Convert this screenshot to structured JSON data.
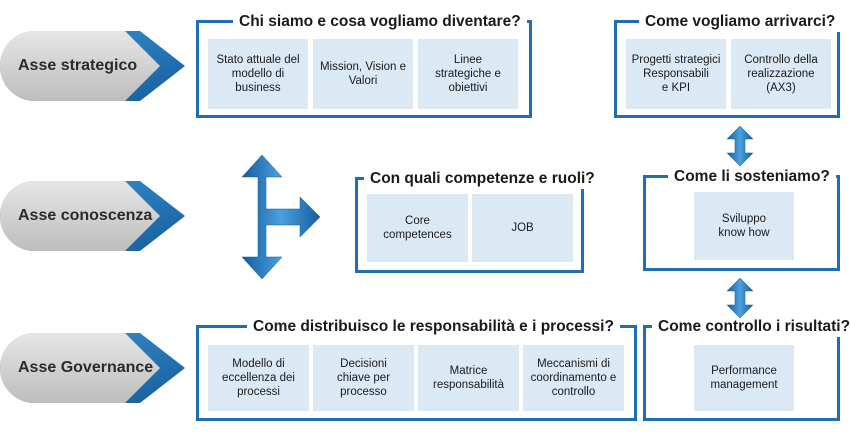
{
  "axes": [
    {
      "label": "Asse strategico"
    },
    {
      "label": "Asse conoscenza"
    },
    {
      "label": "Asse Governance"
    }
  ],
  "frames": {
    "chi_siamo": {
      "title": "Chi siamo e cosa vogliamo diventare?",
      "cells": [
        "Stato attuale del\nmodello di\nbusiness",
        "Mission, Vision e\nValori",
        "Linee\nstrategiche e\nobiettivi"
      ]
    },
    "come_arrivarci": {
      "title": "Come vogliamo arrivarci?",
      "cells": [
        "Progetti strategici\nResponsabili\ne KPI",
        "Controllo della\nrealizzazione\n(AX3)"
      ]
    },
    "competenze": {
      "title": "Con quali competenze e ruoli?",
      "cells": [
        "Core\ncompetences",
        "JOB"
      ]
    },
    "sosteniamo": {
      "title": "Come li sosteniamo?",
      "cells": [
        "Sviluppo\nknow how"
      ]
    },
    "responsabilita": {
      "title": "Come distribuisco le responsabilità e i processi?",
      "cells": [
        "Modello di\neccellenza dei\nprocessi",
        "Decisioni\nchiave per\nprocesso",
        "Matrice\nresponsabilità",
        "Meccanismi di\ncoordinamento e\ncontrollo"
      ]
    },
    "controllo": {
      "title": "Come controllo i risultati?",
      "cells": [
        "Performance\nmanagement"
      ]
    }
  },
  "colors": {
    "frame": "#1f6eb3",
    "cell": "#dbe9f5",
    "axis_gray": "#d3d3d3",
    "arrow_blue": "#2a7bc0"
  }
}
